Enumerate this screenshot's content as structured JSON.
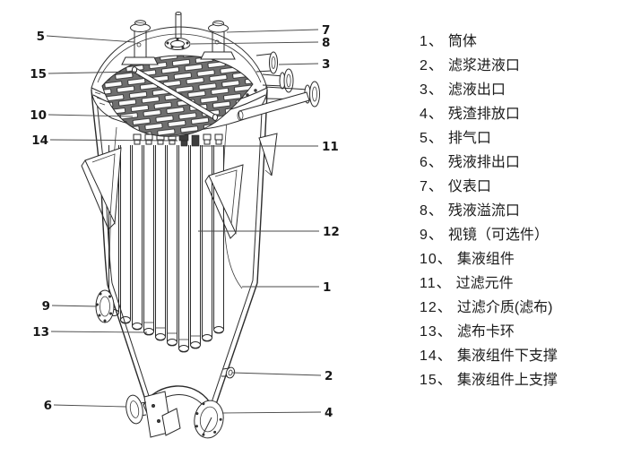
{
  "diagram": {
    "title": "candle-filter-vessel-cutaway",
    "ink_color": "#2b2b2b",
    "callouts": [
      {
        "num": "5"
      },
      {
        "num": "15"
      },
      {
        "num": "10"
      },
      {
        "num": "14"
      },
      {
        "num": "9"
      },
      {
        "num": "13"
      },
      {
        "num": "6"
      },
      {
        "num": "7"
      },
      {
        "num": "8"
      },
      {
        "num": "3"
      },
      {
        "num": "11"
      },
      {
        "num": "12"
      },
      {
        "num": "1"
      },
      {
        "num": "2"
      },
      {
        "num": "4"
      }
    ]
  },
  "legend": {
    "items": [
      {
        "num": "1、",
        "label": "筒体"
      },
      {
        "num": "2、",
        "label": "滤浆进液口"
      },
      {
        "num": "3、",
        "label": "滤液出口"
      },
      {
        "num": "4、",
        "label": "残渣排放口"
      },
      {
        "num": "5、",
        "label": "排气口"
      },
      {
        "num": "6、",
        "label": "残液排出口"
      },
      {
        "num": "7、",
        "label": "仪表口"
      },
      {
        "num": "8、",
        "label": "残液溢流口"
      },
      {
        "num": "9、",
        "label": "视镜（可选件）"
      },
      {
        "num": "10、",
        "label": "集液组件"
      },
      {
        "num": "11、",
        "label": "过滤元件"
      },
      {
        "num": "12、",
        "label": "过滤介质(滤布)"
      },
      {
        "num": "13、",
        "label": "滤布卡环"
      },
      {
        "num": "14、",
        "label": "集液组件下支撑"
      },
      {
        "num": "15、",
        "label": "集液组件上支撑"
      }
    ]
  }
}
